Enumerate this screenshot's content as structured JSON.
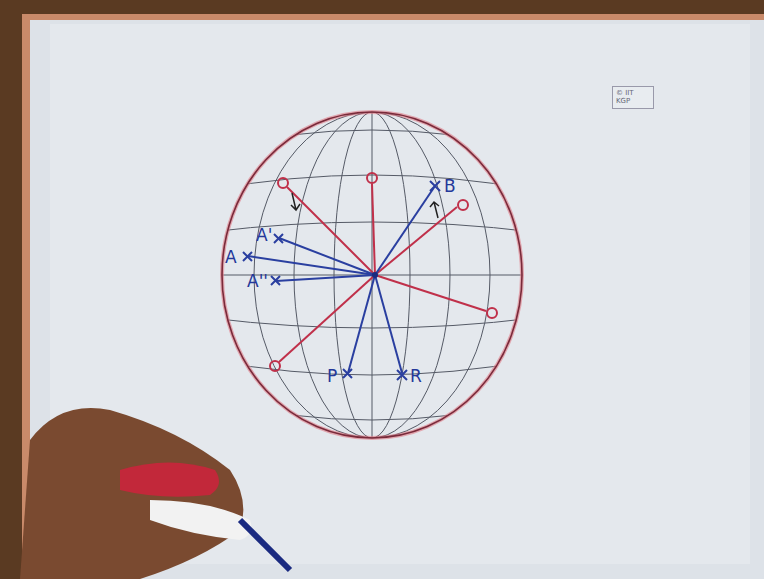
{
  "diagram": {
    "labels": [
      "A'",
      "A",
      "A''",
      "B",
      "P",
      "R",
      "© IIT KGP"
    ]
  }
}
